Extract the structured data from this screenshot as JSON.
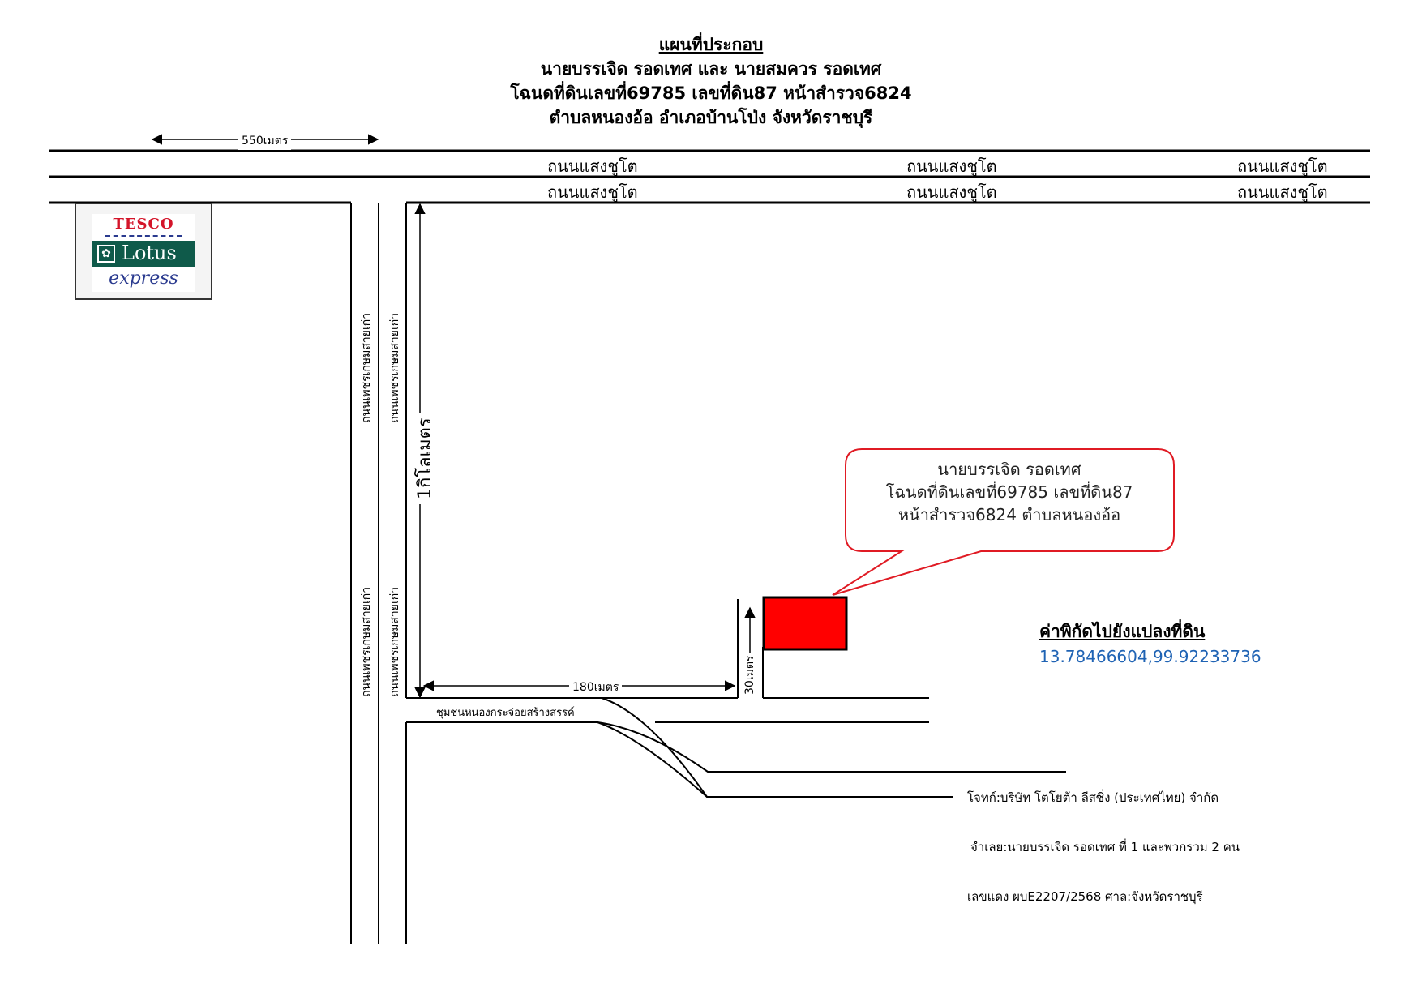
{
  "title": {
    "lines": [
      "แผนที่ประกอบ",
      "นายบรรเจิด รอดเทศ และ นายสมควร รอดเทศ",
      "โฉนดที่ดินเลขที่69785 เลขที่ดิน87 หน้าสำรวจ6824",
      "ตำบลหนองอ้อ อำเภอบ้านโป่ง จังหวัดราชบุรี"
    ]
  },
  "map": {
    "top_distance": "550เมตร",
    "main_road_label": "ถนนแสงชูโต",
    "side_road_label": "ถนนเพชรเกษมสายเก่า",
    "vertical_distance": "1กิโลเมตร",
    "horizontal_distance": "180เมตร",
    "short_distance": "30เมตร",
    "community_label": "ชุมชนหนองกระจ่อยสร้างสรรค์",
    "plot_color": "#ff0000"
  },
  "logo": {
    "brand_top": "TESCO",
    "brand_middle": "Lotus",
    "brand_bottom": "express",
    "icon": "tesco-lotus-logo"
  },
  "callout": {
    "lines": [
      "นายบรรเจิด รอดเทศ",
      "โฉนดที่ดินเลขที่69785 เลขที่ดิน87",
      "หน้าสำรวจ6824 ตำบลหนองอ้อ"
    ],
    "border_color": "#e01b24"
  },
  "coordinates": {
    "label": "ค่าพิกัดไปยังแปลงที่ดิน",
    "value": "13.78466604,99.92233736",
    "value_color": "#1f63b4"
  },
  "case_info": {
    "plaintiff": "โจทก์:บริษัท โตโยต้า ลีสซิ่ง (ประเทศไทย) จำกัด",
    "defendant": "จำเลย:นายบรรเจิด รอดเทศ ที่ 1 และพวกรวม 2 คน",
    "case_number": "เลขแดง ผบE2207/2568 ศาล:จังหวัดราชบุรี"
  }
}
